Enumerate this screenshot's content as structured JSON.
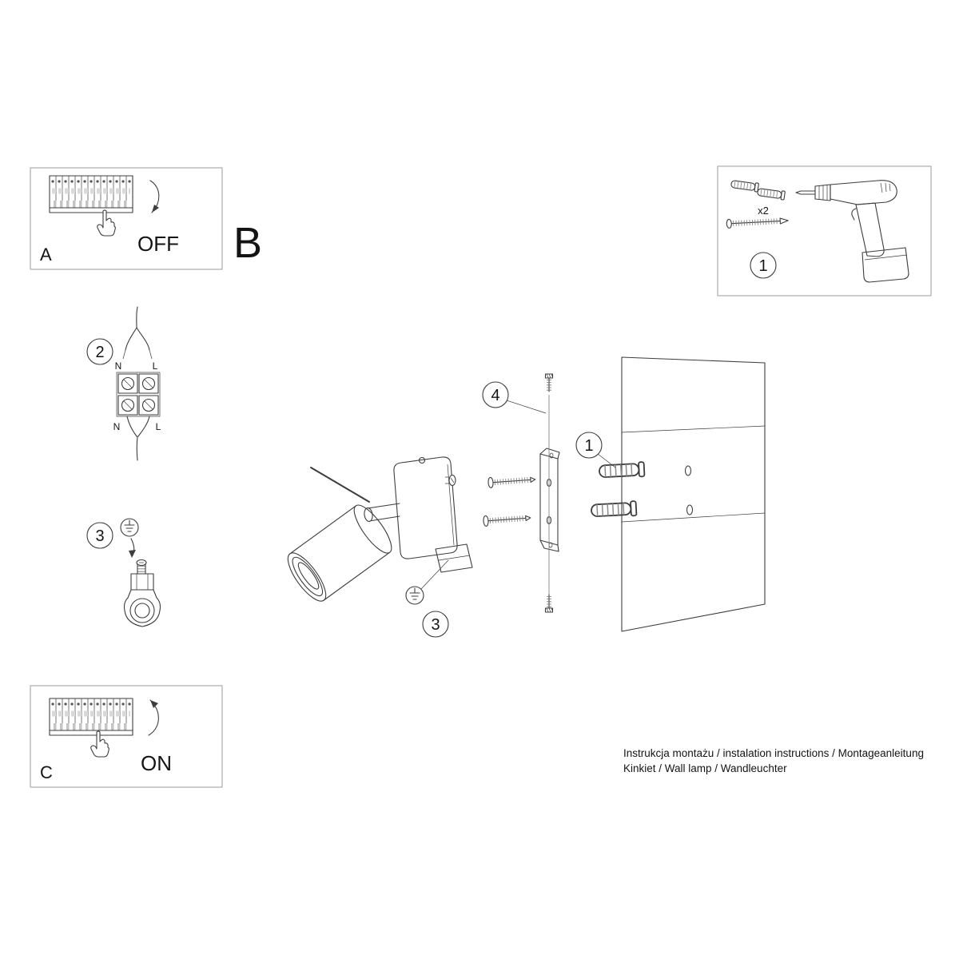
{
  "sheet": {
    "footer_line1": "Instrukcja montażu / instalation instructions / Montageanleitung",
    "footer_line2": "Kinkiet / Wall lamp / Wandleuchter",
    "ink_color": "#3d3d3d"
  },
  "power_off_panel": {
    "letter": "A",
    "state_label": "OFF"
  },
  "section_b": {
    "letter": "B"
  },
  "power_on_panel": {
    "letter": "C",
    "state_label": "ON"
  },
  "kit_box": {
    "step_number": "1",
    "anchor_count_label": "x2"
  },
  "wiring_step": {
    "step_number": "2",
    "wire_label_n_top": "N",
    "wire_label_l_top": "L",
    "wire_label_n_bottom": "N",
    "wire_label_l_bottom": "L"
  },
  "ground_step": {
    "step_number": "3"
  },
  "exploded_view": {
    "callout_screw": "4",
    "callout_anchor": "1",
    "callout_ground": "3"
  }
}
